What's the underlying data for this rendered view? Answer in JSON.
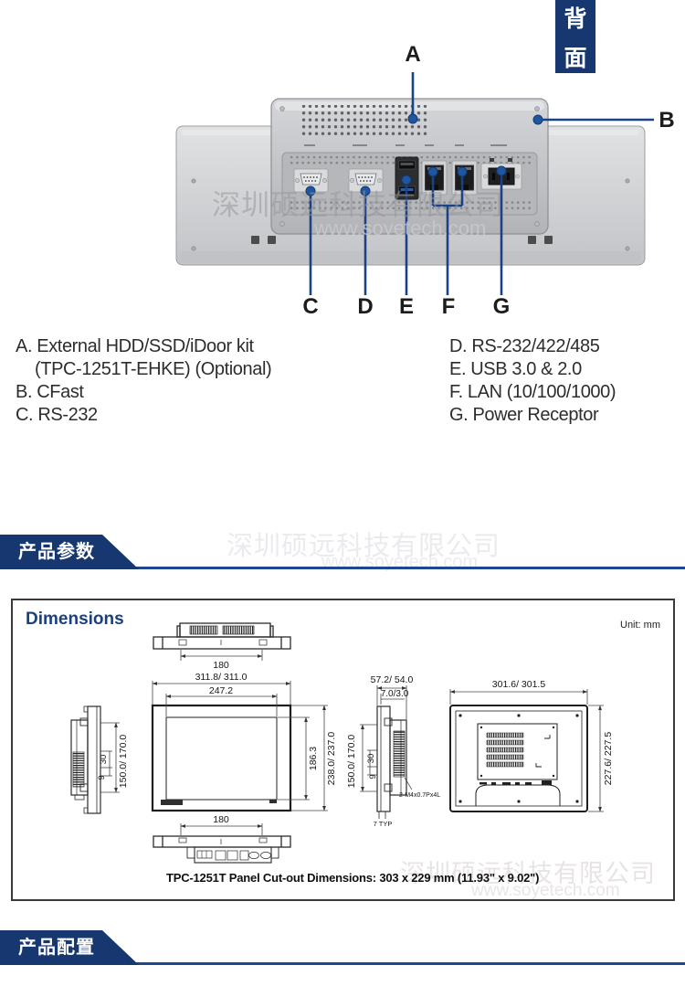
{
  "colors": {
    "navy": "#16376f",
    "underline_blue": "#1d4890",
    "title_blue": "#1b4080",
    "callout_blue": "#1b4284"
  },
  "corner_tag": {
    "line1": "背",
    "line2": "面"
  },
  "watermark": {
    "company": "深圳硕远科技有限公司",
    "url": "www.soyetech.com"
  },
  "callouts": {
    "a": "A",
    "b": "B",
    "c": "C",
    "d": "D",
    "e": "E",
    "f": "F",
    "g": "G"
  },
  "legend": {
    "left": [
      "A. External HDD/SSD/iDoor kit",
      "(TPC-1251T-EHKE) (Optional)",
      "B. CFast",
      "C. RS-232"
    ],
    "right": [
      "D. RS-232/422/485",
      "E. USB 3.0 & 2.0",
      "F. LAN (10/100/1000)",
      "G. Power Receptor"
    ]
  },
  "section_banners": {
    "params": "产品参数",
    "config": "产品配置"
  },
  "dimensions_panel": {
    "title": "Dimensions",
    "unit": "Unit: mm",
    "caption": "TPC-1251T Panel Cut-out Dimensions: 303 x 229 mm (11.93\" x 9.02\")",
    "labels": {
      "top_width": "180",
      "bottom_width": "180",
      "front_outer_width": "311.8/ 311.0",
      "front_screen_width": "247.2",
      "front_screen_height": "186.3",
      "front_outer_height": "238.0/ 237.0",
      "left_mount_height": "150.0/ 170.0",
      "left_mount_30": "30",
      "left_mount_9": "9",
      "right_depth": "57.2/ 54.0",
      "right_bezel": "7.0/3.0",
      "right_mount_height": "150.0/ 170.0",
      "right_mount_30": "30",
      "right_mount_9": "9",
      "right_screw_note": "2-M4x0.7Px4L",
      "right_typ": "7 TYP",
      "rear_width": "301.6/ 301.5",
      "rear_height": "227.6/ 227.5"
    }
  }
}
